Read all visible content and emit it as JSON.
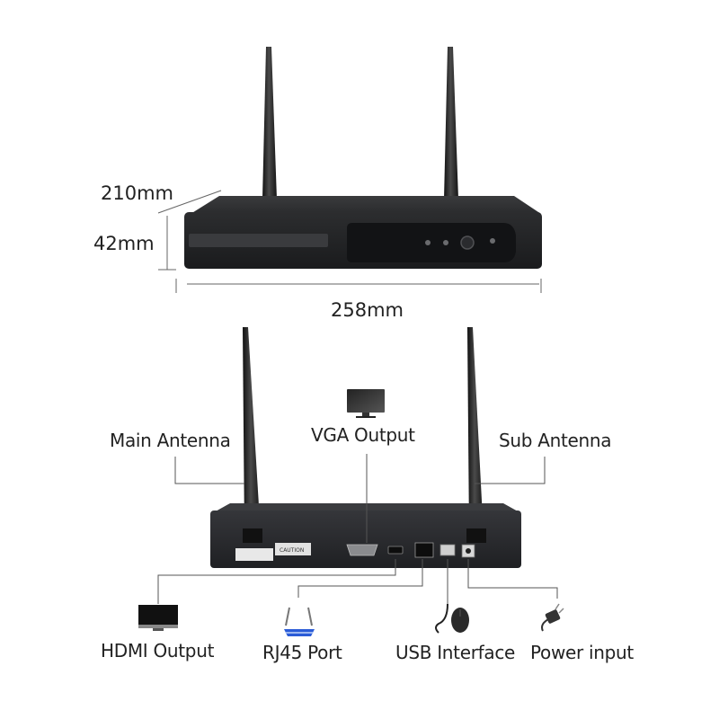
{
  "dimensions": {
    "depth": "210mm",
    "height": "42mm",
    "width": "258mm"
  },
  "callouts": {
    "main_antenna": "Main Antenna",
    "vga_output": "VGA Output",
    "sub_antenna": "Sub Antenna",
    "hdmi_output": "HDMI Output",
    "rj45_port": "RJ45 Port",
    "usb_interface": "USB Interface",
    "power_input": "Power input"
  },
  "rear_panel": {
    "caution_sticker": "CAUTION"
  },
  "icons": [
    "monitor-icon",
    "router-icon",
    "mouse-icon",
    "power-adapter-icon"
  ],
  "colors": {
    "device_body": "#2b2c2e",
    "device_face": "#1c1d1f",
    "leader_line": "#555555",
    "router_accent": "#2a5bd7"
  }
}
